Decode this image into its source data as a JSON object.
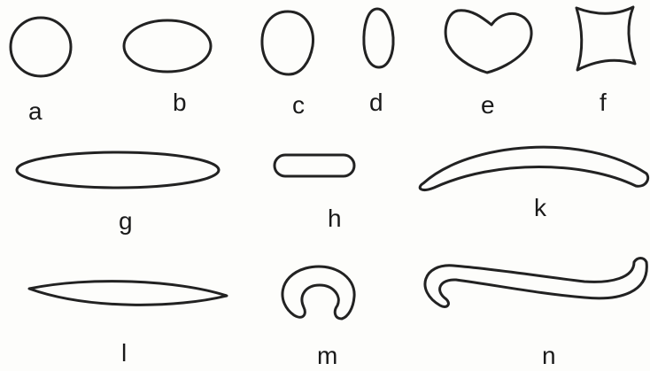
{
  "shapes": [
    {
      "id": "a",
      "label": "a"
    },
    {
      "id": "b",
      "label": "b"
    },
    {
      "id": "c",
      "label": "c"
    },
    {
      "id": "d",
      "label": "d"
    },
    {
      "id": "e",
      "label": "e"
    },
    {
      "id": "f",
      "label": "f"
    },
    {
      "id": "g",
      "label": "g"
    },
    {
      "id": "h",
      "label": "h"
    },
    {
      "id": "k",
      "label": "k"
    },
    {
      "id": "l",
      "label": "l"
    },
    {
      "id": "m",
      "label": "m"
    },
    {
      "id": "n",
      "label": "n"
    }
  ],
  "stroke_color": "#222222"
}
